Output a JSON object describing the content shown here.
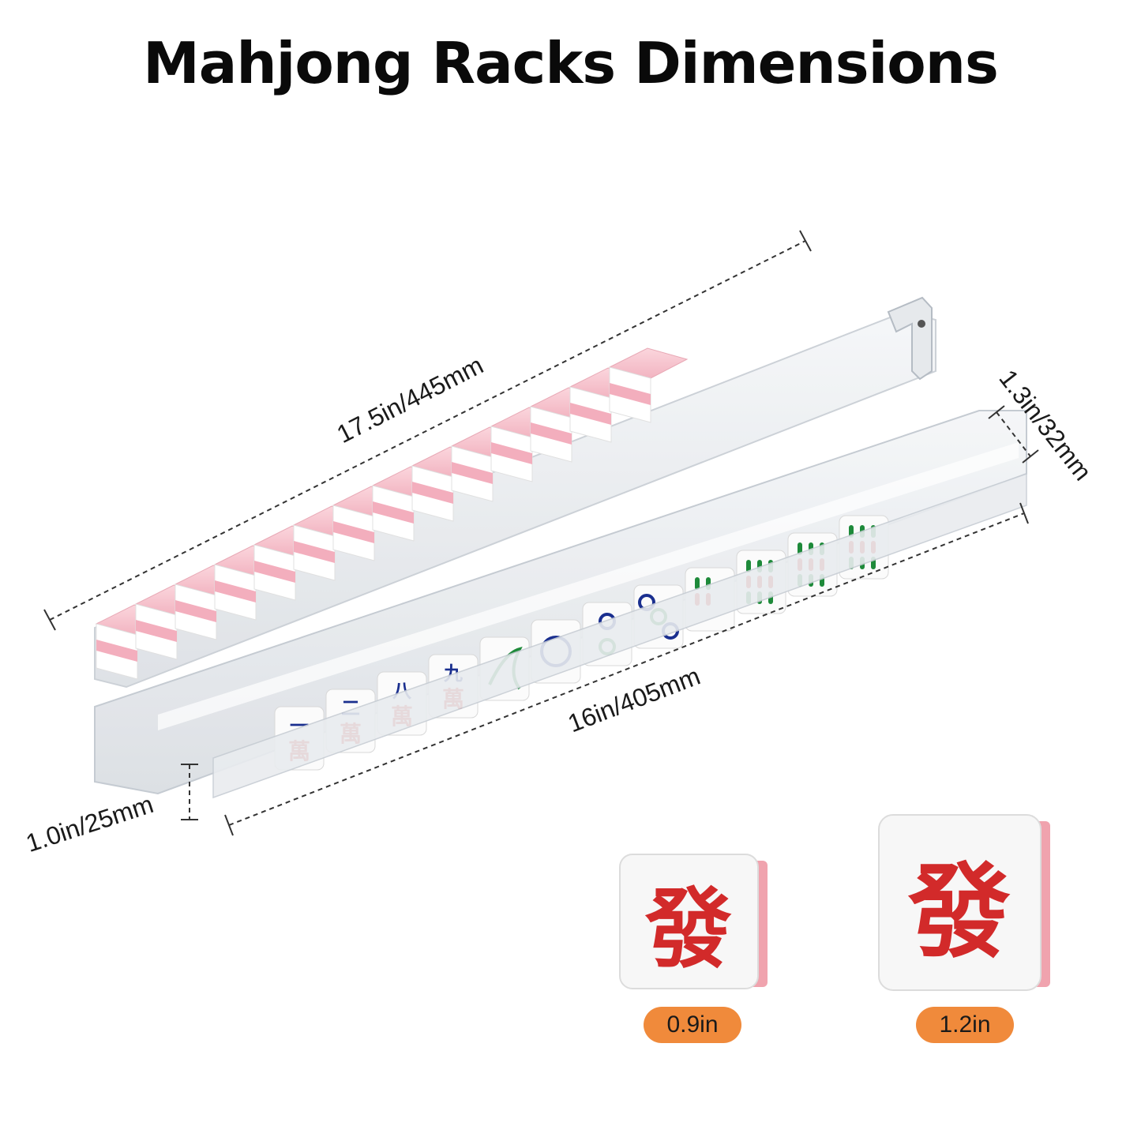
{
  "title": "Mahjong  Racks Dimensions",
  "dimensions": {
    "length_overall": "17.5in/445mm",
    "length_inner": "16in/405mm",
    "height_side": "1.3in/32mm",
    "height_front": "1.0in/25mm"
  },
  "front_rack_tiles": [
    "一萬",
    "二萬",
    "八萬",
    "九萬",
    "bird-bamboo-one",
    "one-circle",
    "two-circle",
    "three-circle",
    "two-bamboo",
    "six-bamboo",
    "eight-bamboo",
    "nine-bamboo"
  ],
  "tile_sizes": [
    {
      "label": "0.9in",
      "glyph": "發"
    },
    {
      "label": "1.2in",
      "glyph": "發"
    }
  ],
  "colors": {
    "accent_pill": "#f08a3b",
    "tile_back": "#f6c5cf",
    "tile_red": "#d22a2a",
    "tile_blue": "#1a2f8f",
    "tile_green": "#1e8a3a"
  }
}
